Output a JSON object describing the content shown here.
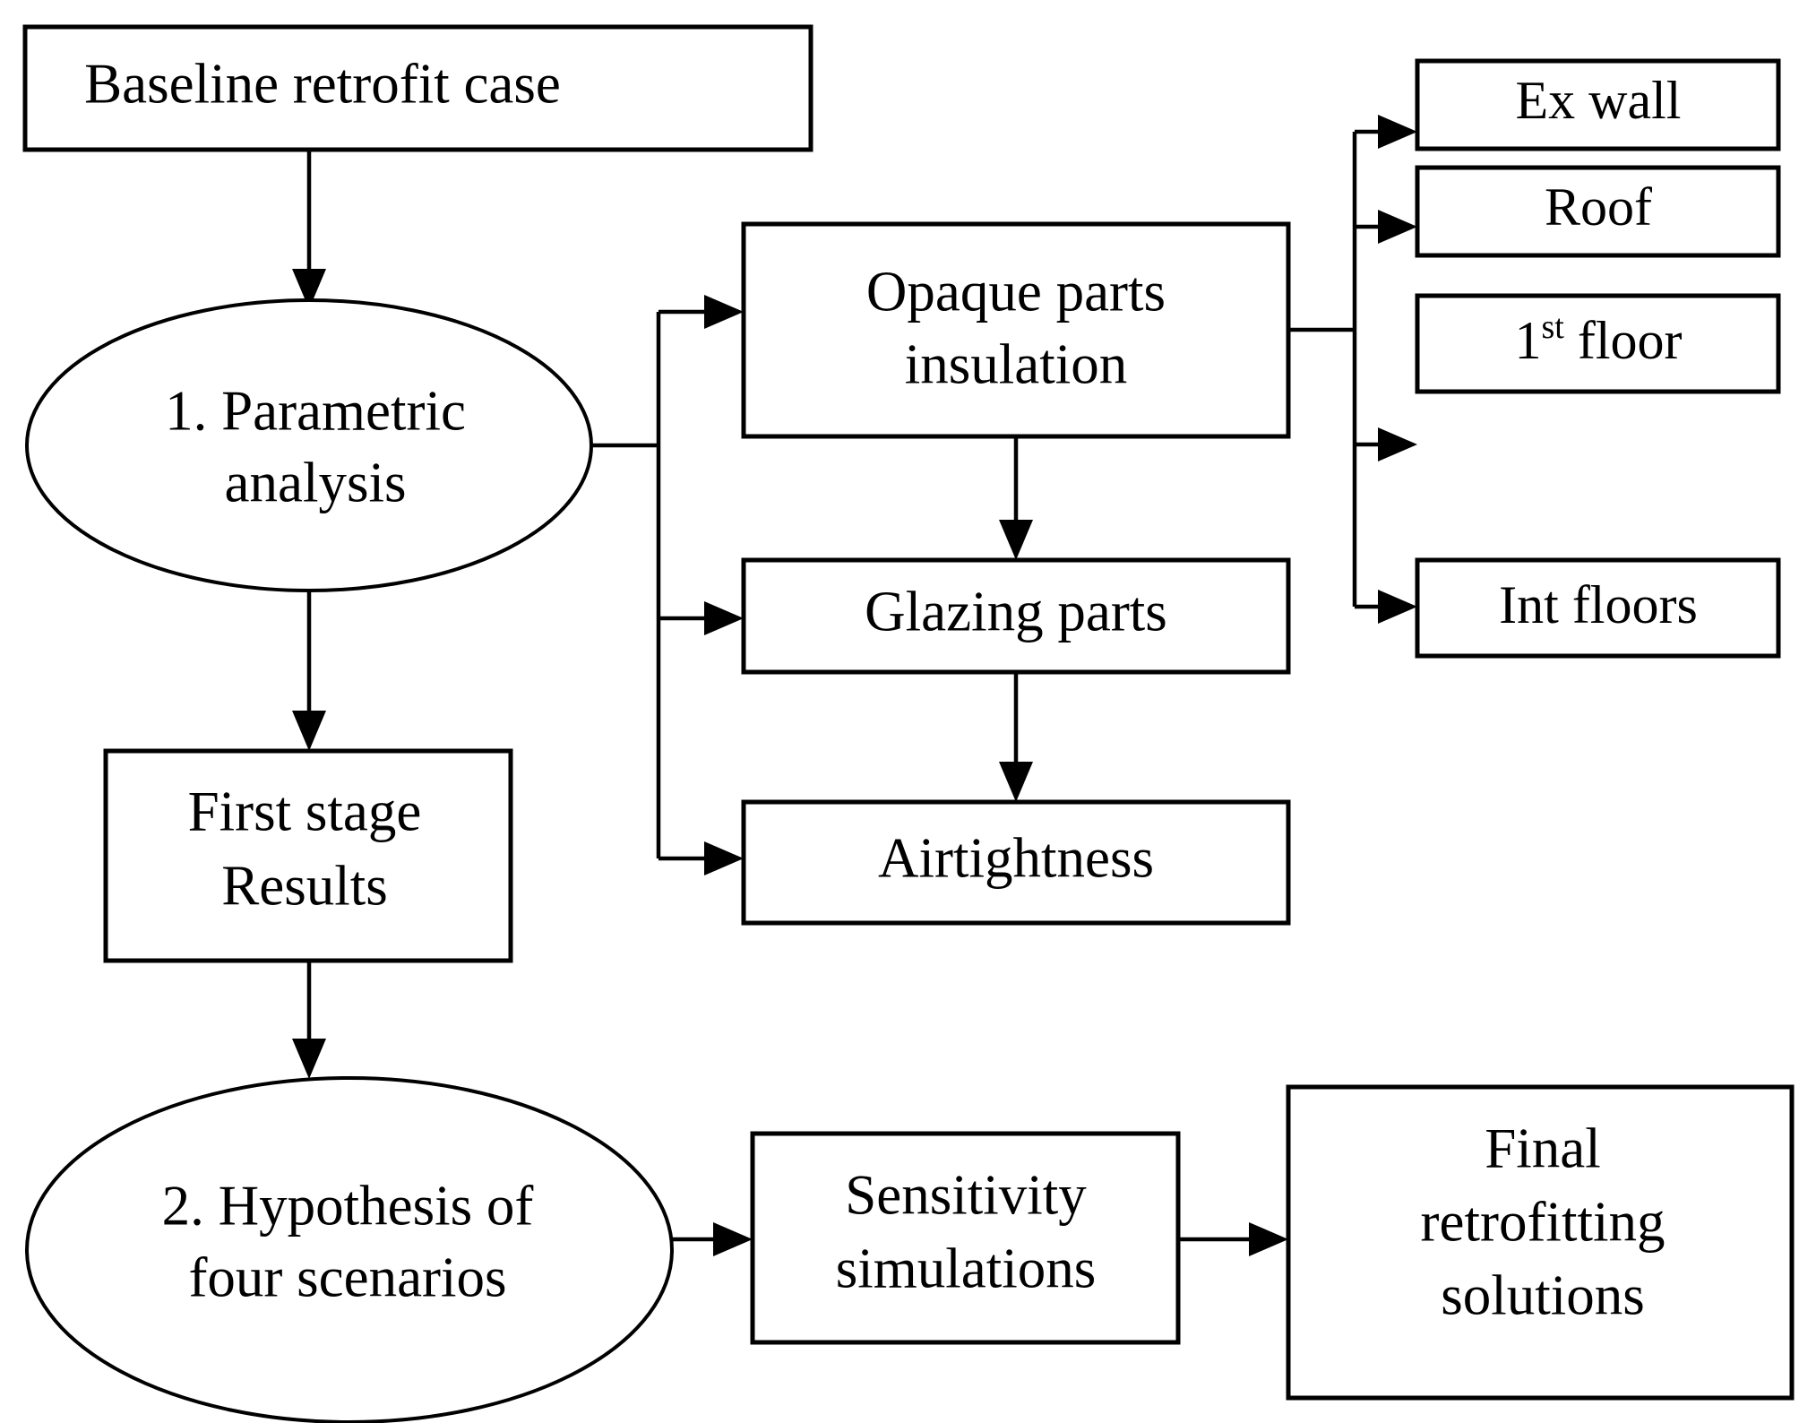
{
  "diagram": {
    "title": "Retrofit analysis methodology flowchart",
    "type": "flowchart",
    "background_color": "#ffffff",
    "stroke_color": "#000000"
  },
  "nodes": {
    "baseline": {
      "label": "Baseline  retrofit case",
      "shape": "rectangle"
    },
    "stage1": {
      "line1": "1. Parametric",
      "line2": "analysis",
      "shape": "ellipse"
    },
    "first_stage_results": {
      "line1": "First stage",
      "line2": "Results",
      "shape": "rectangle"
    },
    "stage2": {
      "line1": "2. Hypothesis of",
      "line2": "four scenarios",
      "shape": "ellipse"
    },
    "opaque": {
      "line1": "Opaque parts",
      "line2": "insulation",
      "shape": "rectangle"
    },
    "glazing": {
      "label": "Glazing  parts",
      "shape": "rectangle"
    },
    "airtightness": {
      "label": "Airtightness",
      "shape": "rectangle"
    },
    "ex_wall": {
      "label": "Ex wall",
      "shape": "rectangle"
    },
    "roof": {
      "label": "Roof",
      "shape": "rectangle"
    },
    "first_floor": {
      "label_num": "1",
      "label_sup": "st",
      "label_rest": "floor",
      "shape": "rectangle"
    },
    "int_floors": {
      "label": "Int floors",
      "shape": "rectangle"
    },
    "sensitivity": {
      "line1": "Sensitivity",
      "line2": "simulations",
      "shape": "rectangle"
    },
    "final_solutions": {
      "line1": "Final",
      "line2": "retrofitting",
      "line3": "solutions",
      "shape": "rectangle"
    }
  },
  "edges": [
    {
      "from": "baseline",
      "to": "stage1",
      "style": "arrow"
    },
    {
      "from": "stage1",
      "to": "opaque",
      "style": "arrow"
    },
    {
      "from": "stage1",
      "to": "glazing",
      "style": "arrow"
    },
    {
      "from": "stage1",
      "to": "airtightness",
      "style": "arrow"
    },
    {
      "from": "stage1",
      "to": "first_stage_results",
      "style": "arrow"
    },
    {
      "from": "opaque",
      "to": "glazing",
      "style": "arrow"
    },
    {
      "from": "glazing",
      "to": "airtightness",
      "style": "arrow"
    },
    {
      "from": "opaque",
      "to": "ex_wall",
      "style": "arrow"
    },
    {
      "from": "opaque",
      "to": "roof",
      "style": "arrow"
    },
    {
      "from": "opaque",
      "to": "first_floor",
      "style": "arrow"
    },
    {
      "from": "opaque",
      "to": "int_floors",
      "style": "arrow"
    },
    {
      "from": "first_stage_results",
      "to": "stage2",
      "style": "arrow"
    },
    {
      "from": "stage2",
      "to": "sensitivity",
      "style": "arrow"
    },
    {
      "from": "sensitivity",
      "to": "final_solutions",
      "style": "arrow"
    }
  ]
}
